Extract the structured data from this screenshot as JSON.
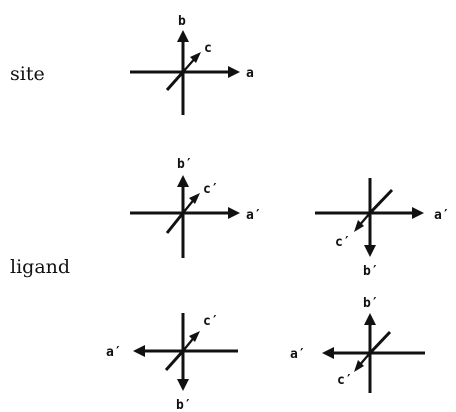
{
  "row_labels": {
    "site": "site",
    "ligand": "ligand"
  },
  "frames": [
    {
      "id": "site",
      "a": "a",
      "b": "b",
      "c": "c"
    },
    {
      "id": "ligand-1",
      "a": "a′",
      "b": "b′",
      "c": "c′"
    },
    {
      "id": "ligand-2",
      "a": "a′",
      "b": "b′",
      "c": "c′"
    },
    {
      "id": "ligand-3",
      "a": "a′",
      "b": "b′",
      "c": "c′"
    },
    {
      "id": "ligand-4",
      "a": "a′",
      "b": "b′",
      "c": "c′"
    }
  ]
}
